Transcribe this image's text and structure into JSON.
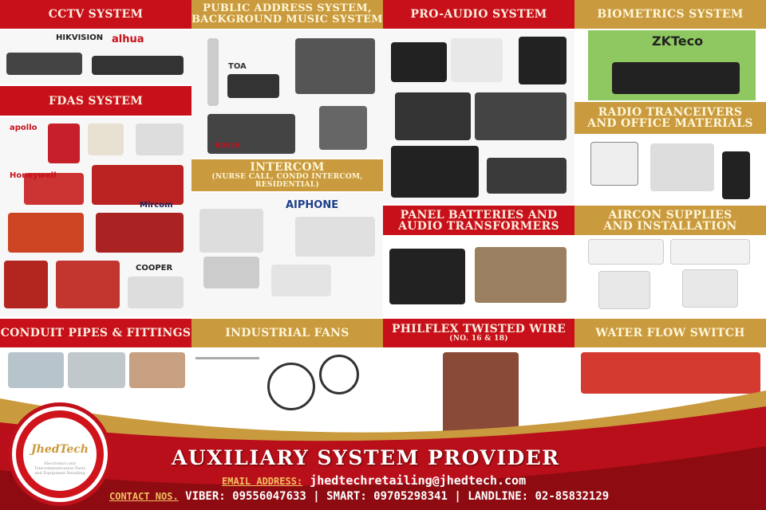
{
  "sections": {
    "cctv": "CCTV SYSTEM",
    "pa": "PUBLIC ADDRESS SYSTEM,",
    "pa2": "BACKGROUND MUSIC SYSTEM",
    "proaudio": "PRO-AUDIO SYSTEM",
    "biometrics": "BIOMETRICS SYSTEM",
    "fdas": "FDAS SYSTEM",
    "radio": "RADIO TRANCEIVERS",
    "radio2": "AND OFFICE MATERIALS",
    "intercom": "INTERCOM",
    "intercom_sub": "(NURSE CALL, CONDO INTERCOM, RESIDENTIAL)",
    "panel": "PANEL BATTERIES AND",
    "panel2": "AUDIO TRANSFORMERS",
    "aircon": "AIRCON SUPPLIES",
    "aircon2": "AND INSTALLATION",
    "conduit": "CONDUIT PIPES & FITTINGS",
    "fans": "INDUSTRIAL FANS",
    "philflex": "PHILFLEX TWISTED WIRE",
    "philflex_sub": "(NO. 16 & 18)",
    "waterflow": "WATER FLOW SWITCH"
  },
  "brands": {
    "hikvision": "HIKVISION",
    "dahua": "alhua",
    "apollo": "apollo",
    "honeywell": "Honeywell",
    "mircom": "Mircom",
    "cooper": "COOPER",
    "bosch": "BOSCH",
    "toa": "TOA",
    "aiphone": "AIPHONE",
    "zkteco": "ZKTeco"
  },
  "footer": {
    "logo": "JhedTech",
    "tagline": "AUXILIARY SYSTEM PROVIDER",
    "email_label": "EMAIL ADDRESS:",
    "email": "jhedtechretailing@jhedtech.com",
    "contact_label": "CONTACT NOS.",
    "viber": "VIBER: 09556047633",
    "smart": "SMART: 09705298341",
    "landline": "LANDLINE: 02-85832129",
    "sep": "|"
  },
  "colors": {
    "red": "#c8101a",
    "gold": "#c99a3e"
  }
}
